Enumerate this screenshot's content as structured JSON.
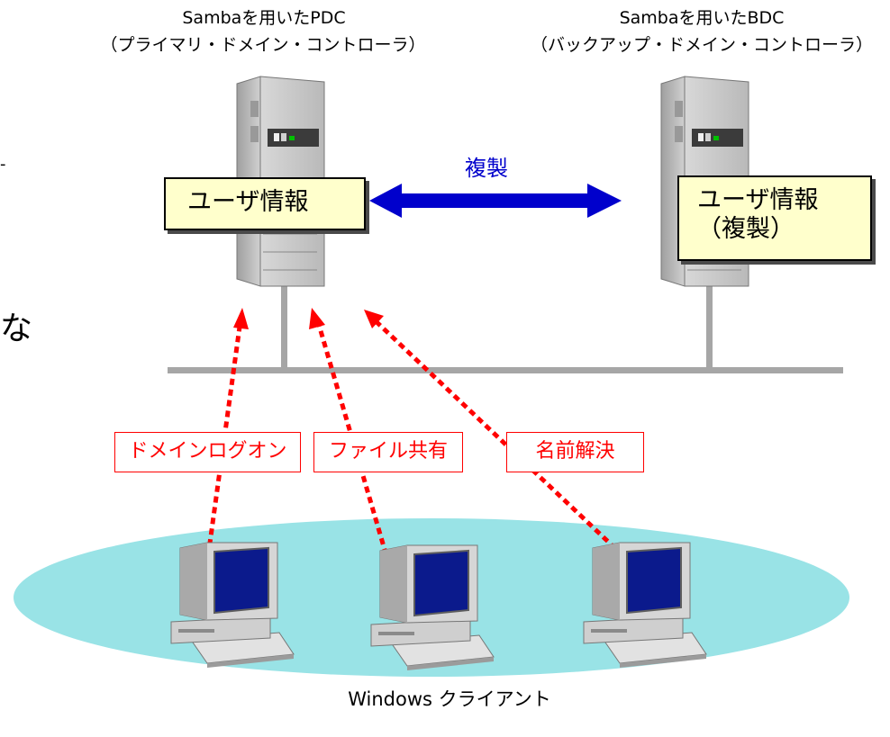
{
  "pdc": {
    "title": "Sambaを用いたPDC",
    "subtitle": "（プライマリ・ドメイン・コントローラ）",
    "info": "ユーザ情報"
  },
  "bdc": {
    "title": "Sambaを用いたBDC",
    "subtitle": "（バックアップ・ドメイン・コントローラ）",
    "info_line1": "ユーザ情報",
    "info_line2": "（複製）"
  },
  "replication_label": "複製",
  "services": [
    "ドメインログオン",
    "ファイル共有",
    "名前解決"
  ],
  "clients_label": "Windows クライアント",
  "cut_off_text": {
    "dash": "-",
    "fragment": "な"
  },
  "colors": {
    "arrow_blue": "#0000cc",
    "dotted_red": "#ff0000",
    "network_cloud": "#99e3e6",
    "info_box": "#ffffcc",
    "server_body": "#cccccc",
    "monitor_screen": "#0b1a8c"
  }
}
